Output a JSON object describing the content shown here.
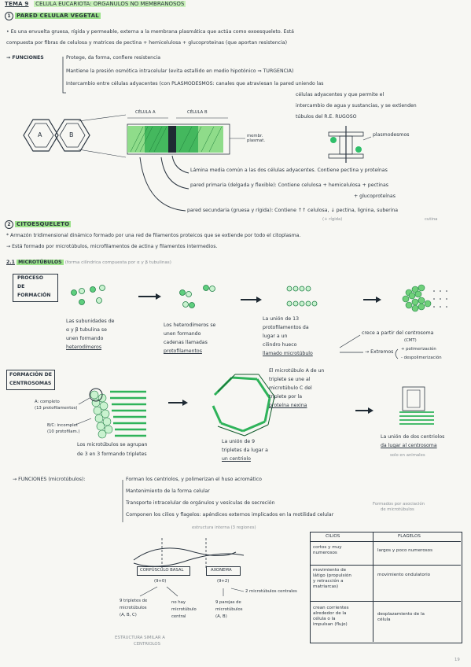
{
  "header": {
    "topic": "TEMA 9",
    "title": "CELULA EUCARIOTA: ORGANULOS NO MEMBRANOSOS",
    "page_number": "19"
  },
  "section1": {
    "number": "1",
    "title": "PARED CELULAR VEGETAL",
    "intro_1": "• Es una envuelta gruesa, rígida y permeable, externa a la membrana plasmática que actúa como exoesqueleto. Está",
    "intro_2": "compuesta por fibras de celulosa y matrices de pectina + hemicelulosa + glucoproteinas (que aportan resistencia)",
    "funciones_label": "→ FUNCIONES",
    "func_1": "Protege, da forma, confiere resistencia",
    "func_2": "Mantiene la presión osmótica intracelular (evita estallido en medio hipotónico ⇒ TURGENCIA)",
    "func_3a": "Intercambio entre células adyacentes (con PLASMODESMOS: canales que atraviesan la pared uniendo las",
    "func_3b": "células adyacentes y que permite el",
    "func_3c": "intercambio de agua y sustancias, y se extienden",
    "func_3d": "túbulos del R.E. RUGOSO",
    "cell_a": "A",
    "cell_b": "B",
    "label_celula_a": "CÉLULA A",
    "label_celula_b": "CÉLULA B",
    "membrana_label": "membr. plasmat.",
    "plasmodesmos_label": "plasmodesmos",
    "lamina_media": "Lámina media común a las dos células adyacentes. Contiene pectina y proteínas",
    "pared_primaria_a": "pared primaria (delgada y flexible): Contiene celulosa + hemicelulosa + pectinas",
    "pared_primaria_b": "+ glucoproteínas",
    "pared_secundaria_a": "pared secundaria (gruesa y rígida): Contiene ↑↑ celulosa, ↓ pectina, lignina, suberina",
    "pared_secundaria_b": "(+ rígida)",
    "pared_secundaria_c": "cutina"
  },
  "section2": {
    "number": "2",
    "title": "CITOESQUELETO",
    "line_1": "* Armazón tridimensional dinámico formado por una red de filamentos proteicos que se extiende por todo el citoplasma.",
    "line_2": "→ Está formado por microtúbulos, microfilamentos de actina y filamentos intermedios.",
    "sub_number": "2.1",
    "sub_title": "MICROTÚBULOS",
    "sub_note": "(forma cilíndrica compuesta por α y β tubulinas)",
    "proceso_label_1": "PROCESO",
    "proceso_label_2": "DE",
    "proceso_label_3": "FORMACIÓN",
    "step1": [
      "Las subunidades de",
      "α y β tubulina se",
      "unen formando",
      "heterodímeros"
    ],
    "step2": [
      "Los heterodímeros se",
      "unen formando",
      "cadenas llamadas",
      "protofilamentos"
    ],
    "step3": [
      "La unión de 13",
      "protofilamentos da",
      "lugar a un",
      "cilindro hueco",
      "llamado microtúbulo"
    ],
    "crece": "crece a partir del centrosoma",
    "crece_b": "(CMT)",
    "extremos": "→ Extremos",
    "polim_plus": "+ polimerización",
    "polim_minus": "- despolimerización",
    "formacion_label_1": "FORMACIÓN DE",
    "formacion_label_2": "CENTROSOMAS",
    "a_completo": "A: completo",
    "a_completo_b": "(13 protofilamentos)",
    "bc_incompl": "B/C: incomplet",
    "bc_incompl_b": "(10 protofilam.)",
    "triplete": [
      "Los microtúbulos se agrupan",
      "de 3 en 3 formando tripletes"
    ],
    "centriolo": [
      "La unión de 9",
      "tripletes da lugar a",
      "un centriolo"
    ],
    "nexina": [
      "El microtúbulo A de un",
      "triplete se une al",
      "microtúbulo C del",
      "triplete por la",
      "proteína nexina"
    ],
    "centrosoma": [
      "La unión de dos centriolos",
      "da lugar al centrosoma"
    ],
    "centrosoma_note": "solo en animales",
    "funciones_label": "→ FUNCIONES (microtúbulos):",
    "mfunc_1": "Forman los centriolos, y polimerizan el huso acromático",
    "mfunc_2": "Mantenimiento de la forma celular",
    "mfunc_3": "Transporte intracelular de orgánulos y vesículas de secreción",
    "mfunc_4": "Componen los cilios y flagelos: apéndices externos implicados en la motilidad celular",
    "note_formados": "Formados por asociación",
    "note_formados_b": "de microtúbulos",
    "estructura_interna": "estructura interna (3 regiones)",
    "corpusculo": "CORPÚSCULO BASAL",
    "corpusculo_code": "(9+0)",
    "axonema": "AXONEMA",
    "axonema_code": "(9+2)",
    "cb_desc_1": [
      "9 tripletes de",
      "microtúbulos",
      "(A, B, C)"
    ],
    "cb_desc_2": [
      "no hay",
      "microtúbulo",
      "central"
    ],
    "ax_desc_1": [
      "9 parejas de",
      "microtúbulos",
      "(A, B)"
    ],
    "ax_desc_2": "2 microtúbulos centrales",
    "estructura_similar": "ESTRUCTURA SIMILAR A",
    "estructura_similar_b": "CENTRIOLOS"
  },
  "table": {
    "headers": [
      "CILIOS",
      "FLAGELOS"
    ],
    "rows": [
      [
        [
          "cortos y muy",
          "numerosos"
        ],
        [
          "largos y poco numerosos"
        ]
      ],
      [
        [
          "movimiento de",
          "látigo (propulsión",
          "y retracción a",
          "matriarcas)"
        ],
        [
          "movimiento ondulatorio"
        ]
      ],
      [
        [
          "crean corrientes",
          "alrededor de la",
          "célula o la",
          "impulsan (flujo)"
        ],
        [
          "desplazamiento de la",
          "célula"
        ]
      ]
    ]
  },
  "colors": {
    "highlight": "#9be28a",
    "green_dark": "#1f9a4a",
    "green_light": "#6fd07a",
    "ink": "#27313a"
  }
}
